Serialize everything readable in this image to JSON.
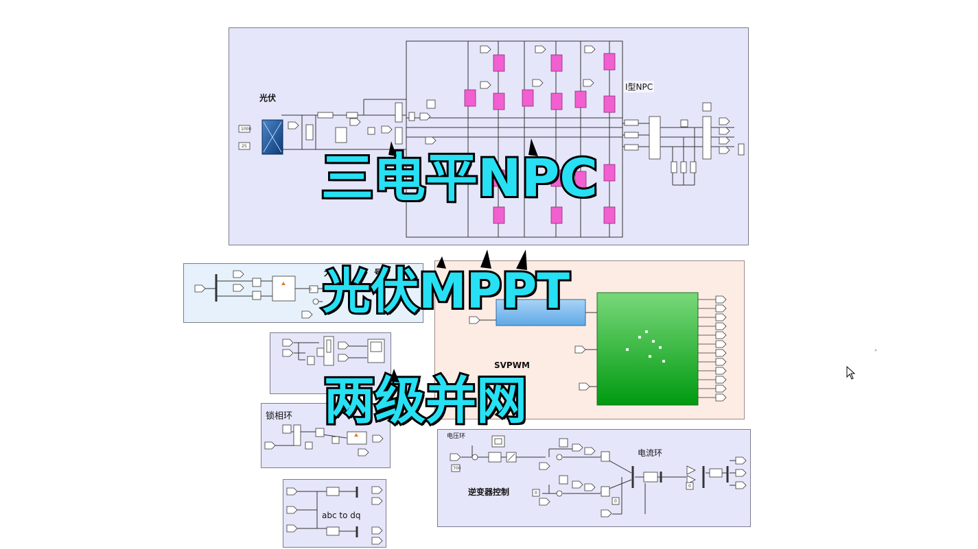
{
  "labels": {
    "pv": "光伏",
    "inverter_type": "I型NPC",
    "pll": "锁相环",
    "abc_dq": "abc to dq",
    "svpwm": "SVPWM",
    "voltage_loop": "电压环",
    "current_loop": "电流环",
    "inverter_control": "逆变器控制",
    "mppt_partial": "大",
    "mppt_partial2": "号"
  },
  "constants": {
    "irradiance": "1000",
    "temperature": "25",
    "vdc_ref": "700",
    "zero1": "0",
    "zero2": "0",
    "zero3": "0",
    "zero4": "0"
  },
  "overlay": {
    "title_npc": "三电平NPC",
    "title_mppt": "光伏MPPT",
    "title_grid": "两级并网"
  },
  "colors": {
    "igbt": "#f25fd0",
    "panel_blue": "#e6e6fa",
    "panel_peach": "#fdece4",
    "green_block_top": "#79d87a",
    "green_block_bottom": "#009a10",
    "overlay_text": "#27e0f3"
  }
}
